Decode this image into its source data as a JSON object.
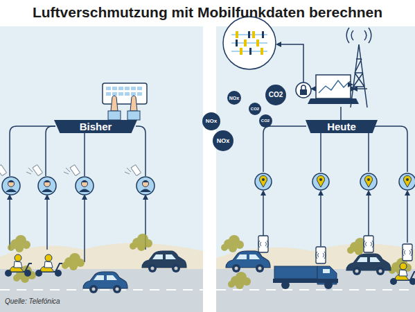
{
  "diagram": {
    "title": "Luftverschmutzung mit Mobilfunkdaten berechnen",
    "caption": "Quelle: Telefónica",
    "nodes": [
      {
        "text": [
          "Bisher"
        ]
      },
      {
        "text": [
          "Heute"
        ]
      },
      {
        "text": [
          "NOx"
        ]
      },
      {
        "text": [
          "CO2"
        ]
      },
      {
        "text": [
          "CO2"
        ]
      },
      {
        "text": [
          "NOx"
        ]
      },
      {
        "text": [
          "CO2"
        ]
      },
      {
        "text": [
          "NOx"
        ]
      }
    ]
  }
}
